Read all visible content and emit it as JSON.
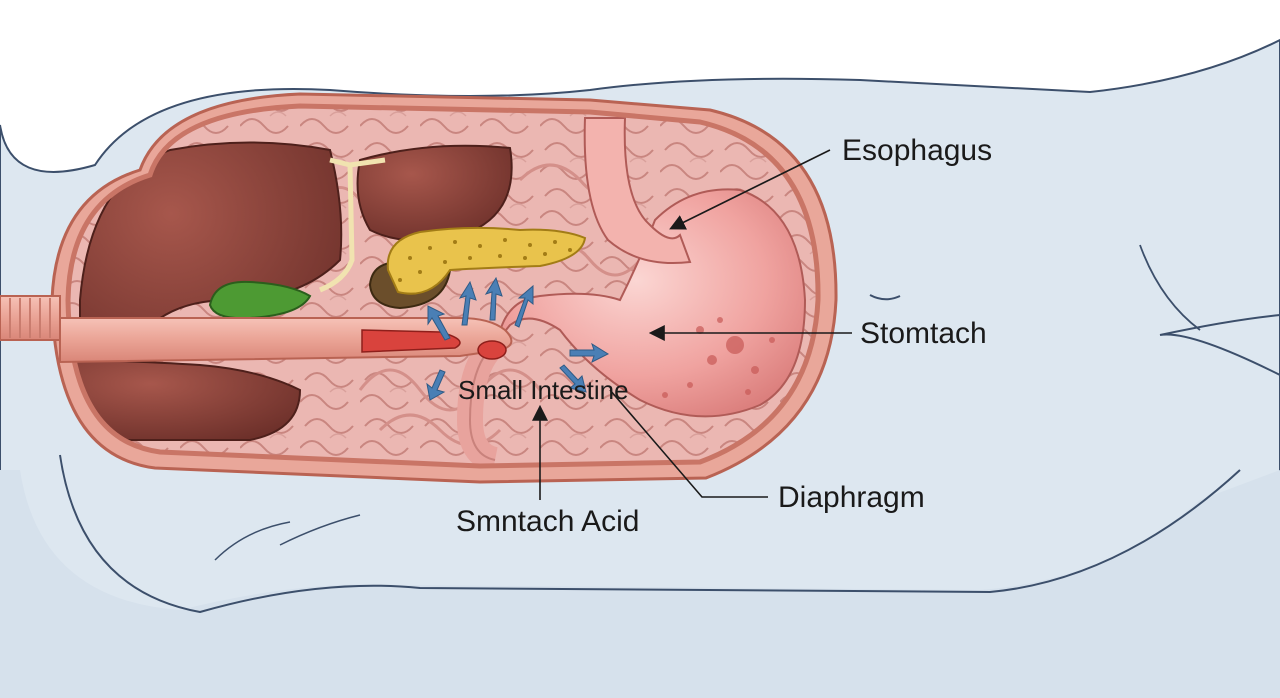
{
  "labels": {
    "esophagus": "Esophagus",
    "stomach": "Stomtach",
    "small_intestine": "Small Intestine",
    "stomach_acid": "Smntach Acid",
    "diaphragm": "Diaphragm"
  },
  "colors": {
    "body_skin": "#dde7f0",
    "body_outline": "#3c4f6b",
    "cavity_wall": "#e9a79a",
    "intestine": "#e8b0ab",
    "liver": "#7e3b33",
    "gallbladder": "#4d9a33",
    "pancreas": "#e9c34c",
    "stomach": "#ef9d9a",
    "arrow": "#4a7fb5"
  }
}
